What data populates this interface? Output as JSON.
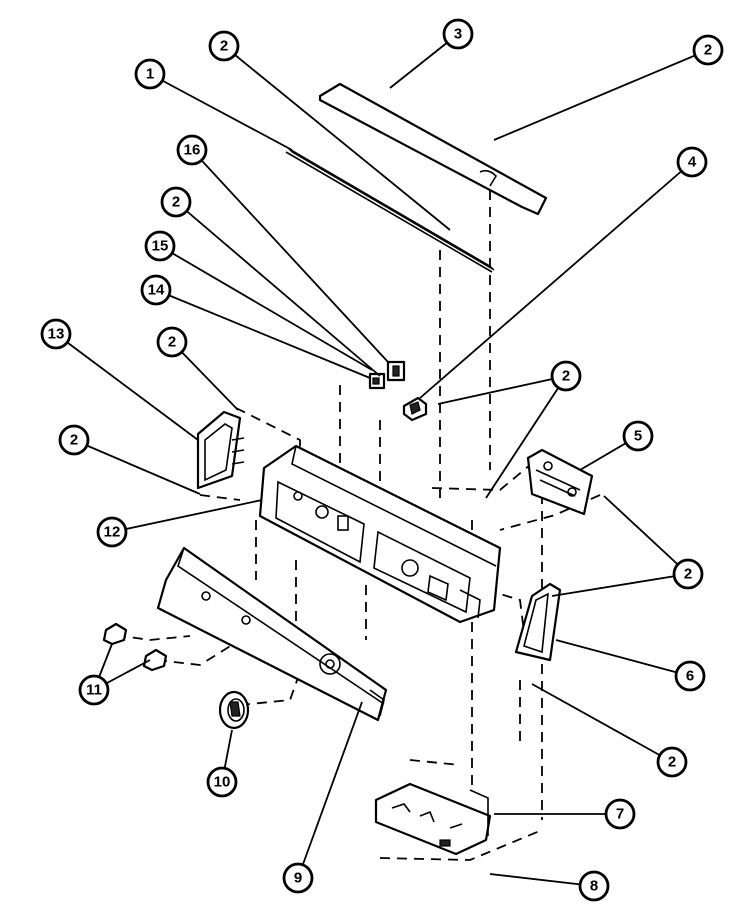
{
  "callouts": [
    {
      "id": "1",
      "label": "1"
    },
    {
      "id": "2a",
      "label": "2"
    },
    {
      "id": "3",
      "label": "3"
    },
    {
      "id": "2b",
      "label": "2"
    },
    {
      "id": "16",
      "label": "16"
    },
    {
      "id": "4",
      "label": "4"
    },
    {
      "id": "2c",
      "label": "2"
    },
    {
      "id": "15",
      "label": "15"
    },
    {
      "id": "14",
      "label": "14"
    },
    {
      "id": "13",
      "label": "13"
    },
    {
      "id": "2d",
      "label": "2"
    },
    {
      "id": "2e",
      "label": "2"
    },
    {
      "id": "2f",
      "label": "2"
    },
    {
      "id": "5",
      "label": "5"
    },
    {
      "id": "12",
      "label": "12"
    },
    {
      "id": "2g",
      "label": "2"
    },
    {
      "id": "6",
      "label": "6"
    },
    {
      "id": "11",
      "label": "11"
    },
    {
      "id": "2h",
      "label": "2"
    },
    {
      "id": "10",
      "label": "10"
    },
    {
      "id": "7",
      "label": "7"
    },
    {
      "id": "9",
      "label": "9"
    },
    {
      "id": "8",
      "label": "8"
    }
  ]
}
